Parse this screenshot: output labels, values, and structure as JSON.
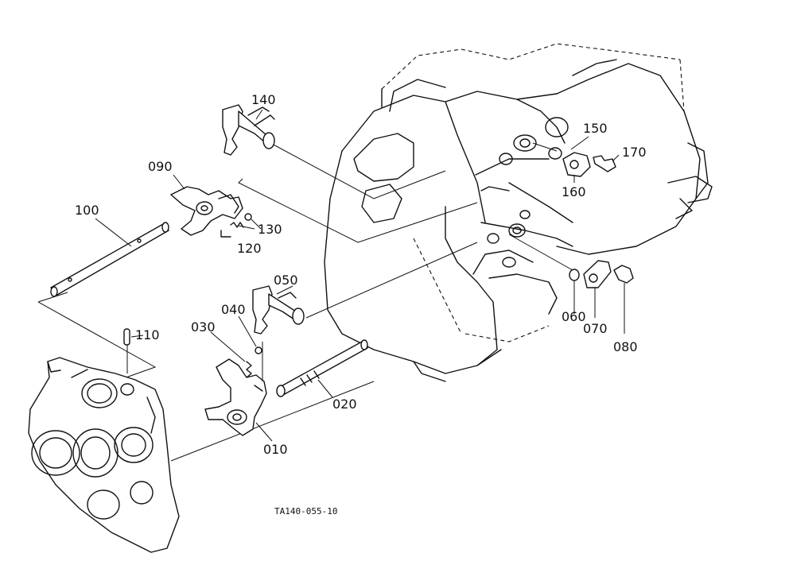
{
  "labels": {
    "p010": "010",
    "p020": "020",
    "p030": "030",
    "p040": "040",
    "p050": "050",
    "p060": "060",
    "p070": "070",
    "p080": "080",
    "p090": "090",
    "p100": "100",
    "p110": "110",
    "p120": "120",
    "p130": "130",
    "p140": "140",
    "p150": "150",
    "p160": "160",
    "p170": "170"
  },
  "figure_code": "TA140-055-10",
  "colors": {
    "line": "#111111",
    "background": "#ffffff"
  }
}
